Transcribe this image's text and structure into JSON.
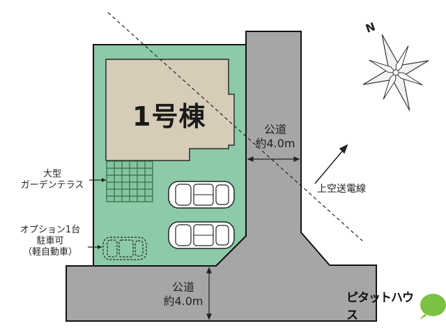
{
  "house": {
    "label": "1号棟"
  },
  "road_east": {
    "line1": "公道",
    "line2": "約4.0m"
  },
  "road_south": {
    "line1": "公道",
    "line2": "約4.0m"
  },
  "garden": {
    "line1": "大型",
    "line2": "ガーデンテラス"
  },
  "parking_option": {
    "line1": "オプション1台",
    "line2": "駐車可",
    "line3": "（軽自動車）"
  },
  "powerline": {
    "label": "上空送電線"
  },
  "compass": {
    "north_label": "N"
  },
  "logo": {
    "text": "ピタットハウス",
    "color": "#7cc242"
  },
  "colors": {
    "lot": "#8ccaa8",
    "house": "#d6ccb8",
    "road": "#a6a6a6",
    "outline": "#111111"
  }
}
